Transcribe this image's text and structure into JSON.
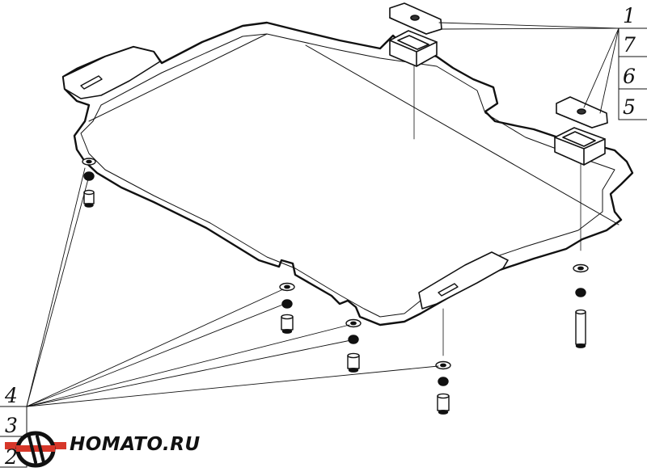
{
  "callouts": {
    "c1": "1",
    "c7": "7",
    "c6": "6",
    "c5": "5",
    "c4": "4",
    "c3": "3",
    "c2": "2"
  },
  "brand": {
    "name": "HOMATO.RU",
    "colors": {
      "accent": "#d6372a",
      "ink": "#111111"
    }
  }
}
